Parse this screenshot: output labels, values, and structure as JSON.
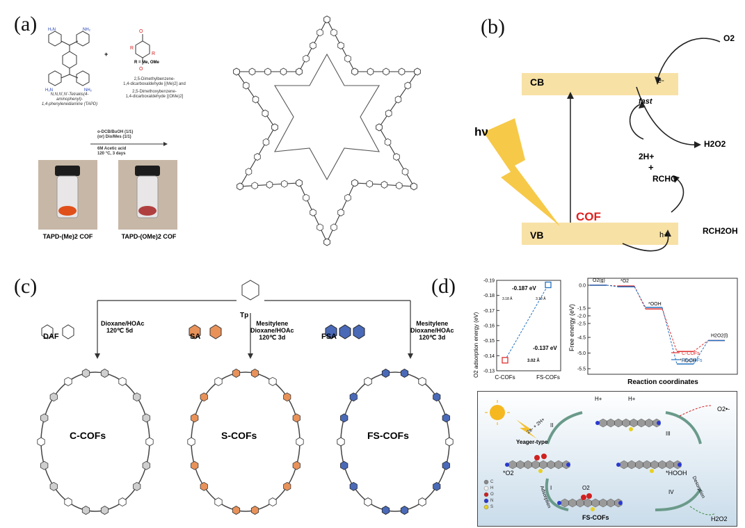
{
  "panel_labels": [
    "(a)",
    "(b)",
    "(c)",
    "(d)"
  ],
  "a": {
    "reagent_sep": "+",
    "r_def": "R = Me, OMe",
    "amine": [
      "N,N,N',N'-Tetrakis(4-aminophenyl)-",
      "1,4-phenylenediamine  (TAPD)"
    ],
    "aldehydes": [
      "2,5-Dimethylbenzene-",
      "1,4-dicarboxaldehyde [(Me)2] and",
      "2,5-Dimethoxybenzene-",
      "1,4-dicarboxaldehyde [(OMe)2]"
    ],
    "conditions_top": [
      "o-DCB/BuOH (1/1)",
      "(or) Dio/Mes (1/1)"
    ],
    "conditions_bottom": [
      "6M Acetic acid",
      "120 °C, 3 days"
    ],
    "vial1": "TAPD-(Me)2 COF",
    "vial2": "TAPD-(OMe)2 COF"
  },
  "b": {
    "cb": "CB",
    "vb": "VB",
    "e": "e-",
    "h": "h+",
    "hv": "hν",
    "cof": "COF",
    "fast": "fast",
    "o2": "O2",
    "h2o2": "H2O2",
    "two_h": "2H+",
    "plus": "+",
    "rcho": "RCHO",
    "rch2oh": "RCH2OH"
  },
  "c": {
    "tp": "Tp",
    "linkers": [
      "DAF",
      "SA",
      "FSA"
    ],
    "cond1": [
      "Dioxane/HOAc",
      "120℃ 5d"
    ],
    "cond2": [
      "Mesitylene",
      "Dioxane/HOAc",
      "120℃ 3d"
    ],
    "cond3": [
      "Mesitylene",
      "Dioxane/HOAc",
      "120℃ 3d"
    ],
    "cofs": [
      "C-COFs",
      "S-COFs",
      "FS-COFs"
    ]
  },
  "d": {
    "left_chart": {
      "ylabel": "O2 adsorption energy (eV)",
      "yticks": [
        "-0.19",
        "-0.18",
        "-0.17",
        "-0.16",
        "-0.15",
        "-0.14",
        "-0.13"
      ],
      "xticks": [
        "C-COFs",
        "FS-COFs"
      ],
      "ann1": "-0.187 eV",
      "ann2": "-0.137 eV",
      "d1": "3.18 Å",
      "d2": "3.18 Å",
      "d3": "3.02 Å"
    },
    "right_chart": {
      "ylabel": "Free energy (eV)",
      "xlabel": "Reaction coordinates",
      "yticks": [
        "0.0",
        "-1.5",
        "-2.0",
        "-2.5",
        "-4.5",
        "-5.0",
        "-5.5"
      ],
      "states": [
        "O2(g)",
        "*O2",
        "*OOH",
        "*HOOH",
        "H2O2(l)"
      ],
      "legend": [
        "C-COFs",
        "FS-COFs"
      ]
    },
    "mech": {
      "labels": [
        "H+",
        "H+",
        "2e- + 2H+",
        "Yeager-type",
        "II",
        "III",
        "I",
        "IV",
        "Adsorption",
        "Desorption",
        "*O2",
        "*HOOH",
        "O2",
        "FS-COFs",
        "H2O2",
        "O2•-"
      ],
      "atoms": [
        "C",
        "H",
        "O",
        "N",
        "S"
      ]
    }
  },
  "colors": {
    "cof_red": "#e02020",
    "band_fill": "#f8e0a0",
    "c_cofs": "#e03030",
    "fs_cofs": "#2070c0",
    "sa_orange": "#e8925a",
    "fsa_blue": "#4a6ab8"
  },
  "chart_data": [
    {
      "type": "scatter",
      "categories": [
        "C-COFs",
        "FS-COFs"
      ],
      "values": [
        -0.137,
        -0.187
      ],
      "ylabel": "O2 adsorption energy (eV)",
      "ylim": [
        -0.13,
        -0.19
      ]
    },
    {
      "type": "line",
      "categories": [
        "O2(g)",
        "*O2",
        "*OOH",
        "*HOOH",
        "H2O2(l)"
      ],
      "series": [
        {
          "name": "C-COFs",
          "values": [
            0.0,
            -0.05,
            -1.55,
            -4.95,
            -4.6
          ]
        },
        {
          "name": "FS-COFs",
          "values": [
            0.0,
            -0.1,
            -1.45,
            -5.35,
            -4.6
          ]
        }
      ],
      "xlabel": "Reaction coordinates",
      "ylabel": "Free energy (eV)"
    }
  ]
}
